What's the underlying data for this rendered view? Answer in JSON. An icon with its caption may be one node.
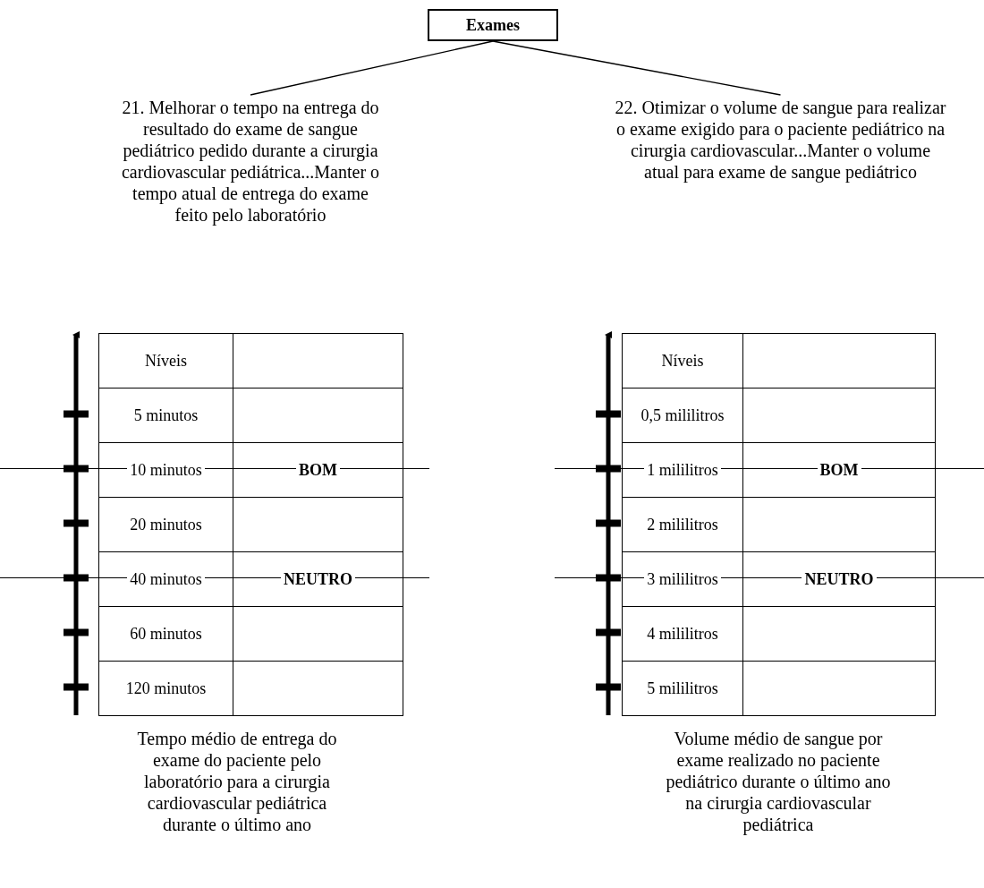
{
  "diagram": {
    "nodes": [
      {
        "text": [
          "Exames"
        ]
      },
      {
        "text": [
          "21. Melhorar o tempo na entrega do resultado do exame de sangue pediátrico pedido durante a cirurgia cardiovascular pediátrica...Manter o tempo atual de entrega do exame feito pelo laboratório"
        ]
      },
      {
        "text": [
          "22. Otimizar o volume de sangue para realizar o exame exigido para o paciente pediátrico na cirurgia cardiovascular...Manter o volume atual para exame de sangue pediátrico"
        ]
      }
    ],
    "edges": [
      {
        "from": 0,
        "to": 1,
        "arrow": "none"
      },
      {
        "from": 0,
        "to": 2,
        "arrow": "none"
      }
    ],
    "labels": [
      "Níveis",
      "5 minutos",
      "10 minutos",
      "BOM",
      "20 minutos",
      "40 minutos",
      "NEUTRO",
      "60 minutos",
      "120 minutos",
      "Tempo médio de entrega do exame do paciente pelo laboratório para a cirurgia cardiovascular pediátrica durante o último ano",
      "Níveis",
      "0,5 mililitros",
      "1 mililitros",
      "BOM",
      "2 mililitros",
      "3 mililitros",
      "NEUTRO",
      "4 mililitros",
      "5 mililitros",
      "Volume médio de sangue por exame realizado no paciente pediátrico durante o último ano na cirurgia cardiovascular pediátrica"
    ]
  }
}
